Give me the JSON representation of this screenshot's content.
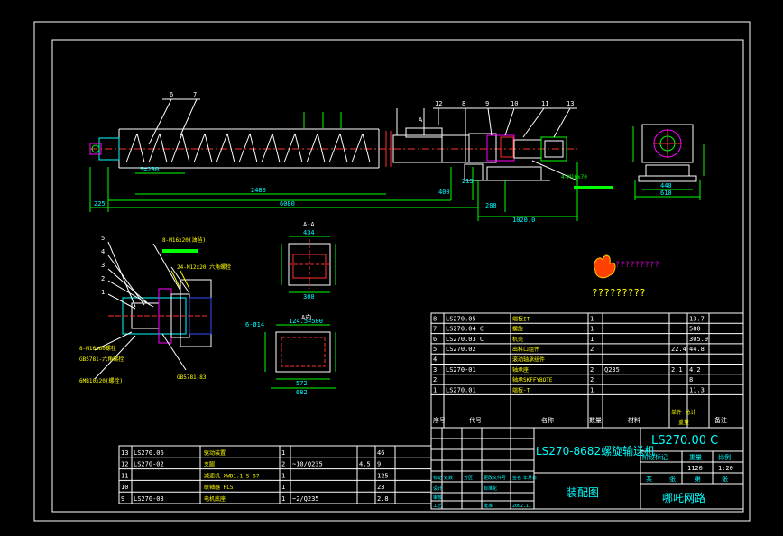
{
  "balloons_left": [
    "6",
    "7"
  ],
  "balloons_right": [
    "12",
    "8",
    "9",
    "10",
    "11",
    "13"
  ],
  "balloon_A": "A",
  "dims_main": {
    "d225": "225",
    "d280": "5=280",
    "d2480": "2480",
    "d6080": "6080",
    "d280b": "280",
    "d1020": "1020.0",
    "d215": "215",
    "d400": "400",
    "d4m20": "4-M16x70"
  },
  "section_AA": {
    "title": "A-A",
    "d434": "434",
    "d300": "300"
  },
  "section_B": {
    "title": "A向",
    "d1": "124.5=500",
    "d2": "572",
    "d3": "6-Ø14",
    "d4": "682"
  },
  "side_view": {
    "d1": "440",
    "d2": "610"
  },
  "detail_balloons": [
    "5",
    "4",
    "3",
    "2",
    "1"
  ],
  "detail_notes": [
    "8-M16x20(油毡)",
    "24-M12x20 六角螺栓",
    "8-M16x60螺栓",
    "GB5781-六角螺栓",
    "6MB10x20(螺栓)",
    "GB5781-83"
  ],
  "logo_text": "?????????",
  "logo_subtext": "?????????",
  "bom_upper": {
    "rows": [
      {
        "no": "8",
        "code": "LS270.05",
        "name": "端板IT",
        "qty": "1",
        "mat": "",
        "w1": "",
        "w2": "13.7",
        "note": ""
      },
      {
        "no": "7",
        "code": "LS270.04 C",
        "name": "螺旋",
        "qty": "1",
        "mat": "",
        "w1": "",
        "w2": "580",
        "note": ""
      },
      {
        "no": "6",
        "code": "LS270.03 C",
        "name": "机壳",
        "qty": "1",
        "mat": "",
        "w1": "",
        "w2": "305.9",
        "note": ""
      },
      {
        "no": "5",
        "code": "LS270.02",
        "name": "出料口组件",
        "qty": "2",
        "mat": "",
        "w1": "22.4",
        "w2": "44.8",
        "note": ""
      },
      {
        "no": "4",
        "code": "",
        "name": "滚动轴承组件",
        "qty": "",
        "mat": "",
        "w1": "",
        "w2": "",
        "note": ""
      },
      {
        "no": "3",
        "code": "LS270-01",
        "name": "轴承座",
        "qty": "2",
        "mat": "Q235",
        "w1": "2.1",
        "w2": "4.2",
        "note": ""
      },
      {
        "no": "2",
        "code": "",
        "name": "轴承SKFFYBOTE",
        "qty": "2",
        "mat": "",
        "w1": "",
        "w2": "8",
        "note": ""
      },
      {
        "no": "1",
        "code": "LS270.01",
        "name": "端板-T",
        "qty": "1",
        "mat": "",
        "w1": "",
        "w2": "11.3",
        "note": ""
      }
    ],
    "header": {
      "no": "序号",
      "code": "代号",
      "name": "名称",
      "qty": "数量",
      "mat": "材料",
      "w": "单件 总计",
      "w_sub": "重量",
      "note": "备注"
    }
  },
  "bom_lower": {
    "rows": [
      {
        "no": "13",
        "code": "LS270.06",
        "name": "驱动装置",
        "qty": "1",
        "mat": "",
        "w1": "",
        "w2": "46"
      },
      {
        "no": "12",
        "code": "LS270-02",
        "name": "支腿",
        "qty": "2",
        "mat": "~10/Q235",
        "w1": "4.5",
        "w2": "9"
      },
      {
        "no": "11",
        "code": "",
        "name": "减速机 XWD1.1-5-87",
        "qty": "1",
        "mat": "",
        "w1": "",
        "w2": "125"
      },
      {
        "no": "10",
        "code": "",
        "name": "联轴器 HL5",
        "qty": "1",
        "mat": "",
        "w1": "",
        "w2": "23"
      },
      {
        "no": "9",
        "code": "LS270-03",
        "name": "电机底座",
        "qty": "1",
        "mat": "~2/Q235",
        "w1": "",
        "w2": "2.8"
      }
    ]
  },
  "title_block": {
    "title": "LS270-8682螺旋输送机",
    "code": "LS270.00 C",
    "sheet_label": "装配图",
    "company": "哪吒网路",
    "scale_header": [
      "阶段标记",
      "重量",
      "比例"
    ],
    "weight": "1120",
    "scale": "1:20",
    "sheet": [
      "共",
      "张",
      "第",
      "张"
    ],
    "rev_header": [
      "标记",
      "处数",
      "分区",
      "更改文件号",
      "签名",
      "年月日"
    ],
    "roles": [
      "设计",
      "审核",
      "工艺",
      "批准"
    ],
    "std": "标准化",
    "date": "2002.11"
  },
  "colors": {
    "bg": "#000000",
    "line": "#ffffff",
    "shaft": "#ff3030",
    "dim": "#00ff00",
    "cyan": "#00ffff",
    "magenta": "#ff00ff",
    "yellow": "#ffff00"
  }
}
